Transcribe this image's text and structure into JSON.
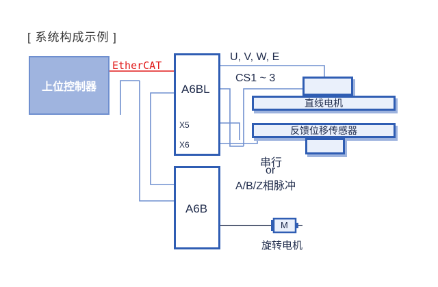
{
  "title": "[ 系统构成示例 ]",
  "controller": {
    "label": "上位控制器"
  },
  "drives": {
    "a6bl": "A6BL",
    "a6b": "A6B"
  },
  "ports": {
    "x5": "X5",
    "x6": "X6"
  },
  "link_labels": {
    "ethercat": "EtherCAT",
    "uvwe": "U, V, W, E",
    "cs": "CS1 ~ 3",
    "serial": "串行",
    "or": "or",
    "abz": "A/B/Z相脉冲"
  },
  "devices": {
    "linear_motor": "直线电机",
    "feedback_sensor": "反馈位移传感器",
    "motor_symbol": "M",
    "rotary_motor": "旋转电机"
  },
  "colors": {
    "line": "#6f8fcf",
    "drive_border": "#2f5db3",
    "controller_fill": "#9fb4df",
    "ethercat": "#e01818"
  }
}
